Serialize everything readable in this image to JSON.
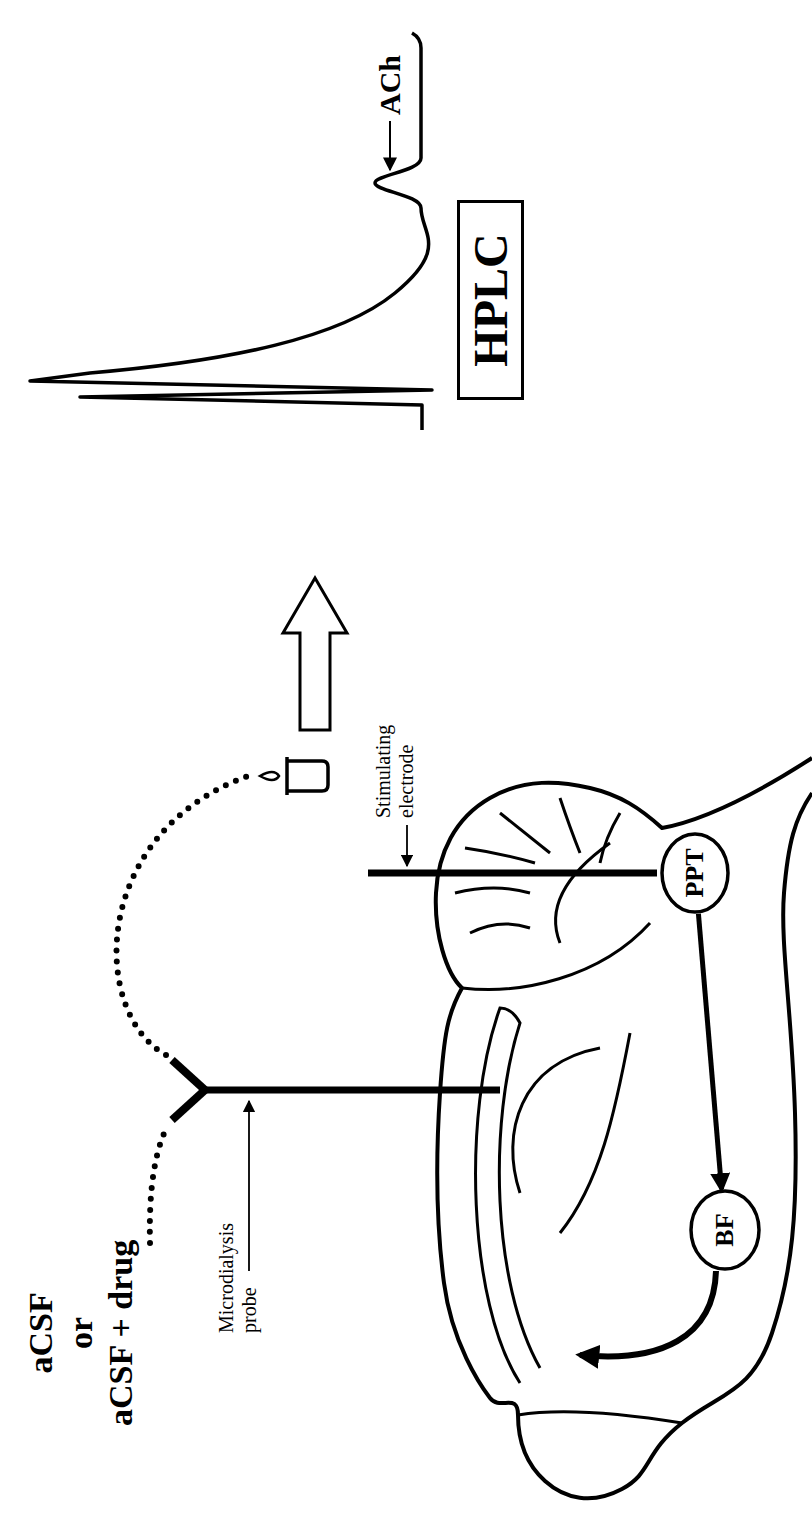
{
  "diagram": {
    "nodes": [
      {
        "text": [
          "PPT"
        ]
      },
      {
        "text": [
          "BF"
        ]
      },
      {
        "text": [
          "HPLC"
        ]
      }
    ],
    "edges": [
      {
        "from": 0,
        "to": 1,
        "arrow": "to"
      }
    ],
    "labels": [
      "aCSF",
      "or",
      "aCSF + drug",
      "Microdialysis probe",
      "Stimulating electrode",
      "ACh"
    ]
  }
}
